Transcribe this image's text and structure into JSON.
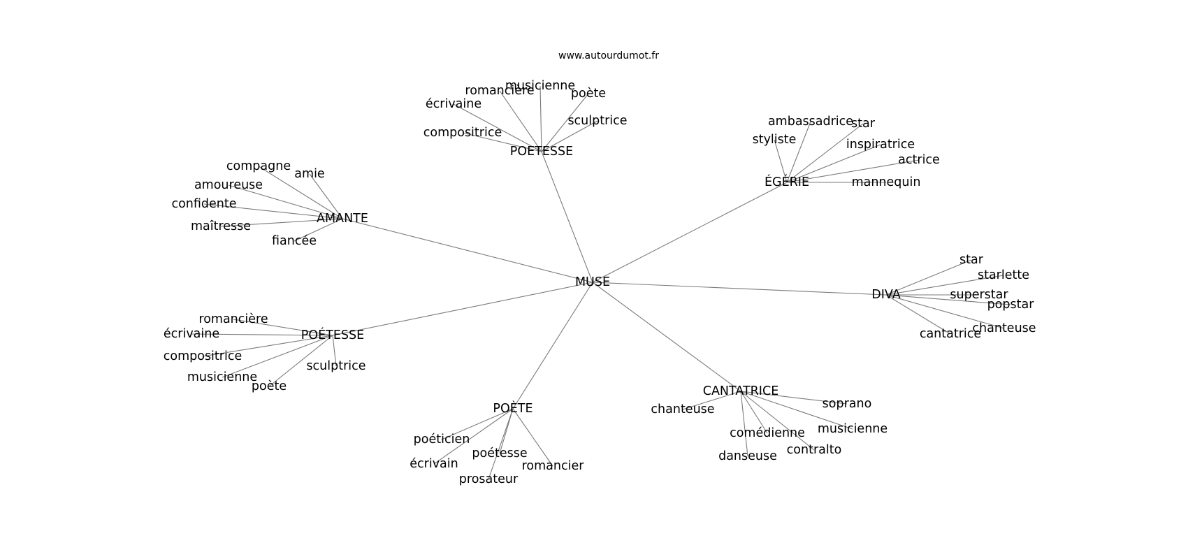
{
  "header": {
    "site": "www.autourdumot.fr"
  },
  "graph": {
    "center": "MUSE",
    "edge_color": "#7a7a7a",
    "text_color": "#000000",
    "hubs": [
      {
        "label": "POETESSE",
        "leaves": [
          "musicienne",
          "romancière",
          "écrivaine",
          "poète",
          "sculptrice",
          "compositrice"
        ]
      },
      {
        "label": "ÉGÉRIE",
        "leaves": [
          "ambassadrice",
          "star",
          "styliste",
          "inspiratrice",
          "actrice",
          "mannequin"
        ]
      },
      {
        "label": "AMANTE",
        "leaves": [
          "compagne",
          "amie",
          "amoureuse",
          "confidente",
          "maîtresse",
          "fiancée"
        ]
      },
      {
        "label": "DIVA",
        "leaves": [
          "star",
          "starlette",
          "superstar",
          "popstar",
          "chanteuse",
          "cantatrice"
        ]
      },
      {
        "label": "POÉTESSE",
        "leaves": [
          "romancière",
          "écrivaine",
          "compositrice",
          "sculptrice",
          "musicienne",
          "poète"
        ]
      },
      {
        "label": "CANTATRICE",
        "leaves": [
          "soprano",
          "chanteuse",
          "musicienne",
          "comédienne",
          "contralto",
          "danseuse"
        ]
      },
      {
        "label": "POÈTE",
        "leaves": [
          "poéticien",
          "poétesse",
          "romancier",
          "écrivain",
          "prosateur"
        ]
      }
    ]
  }
}
